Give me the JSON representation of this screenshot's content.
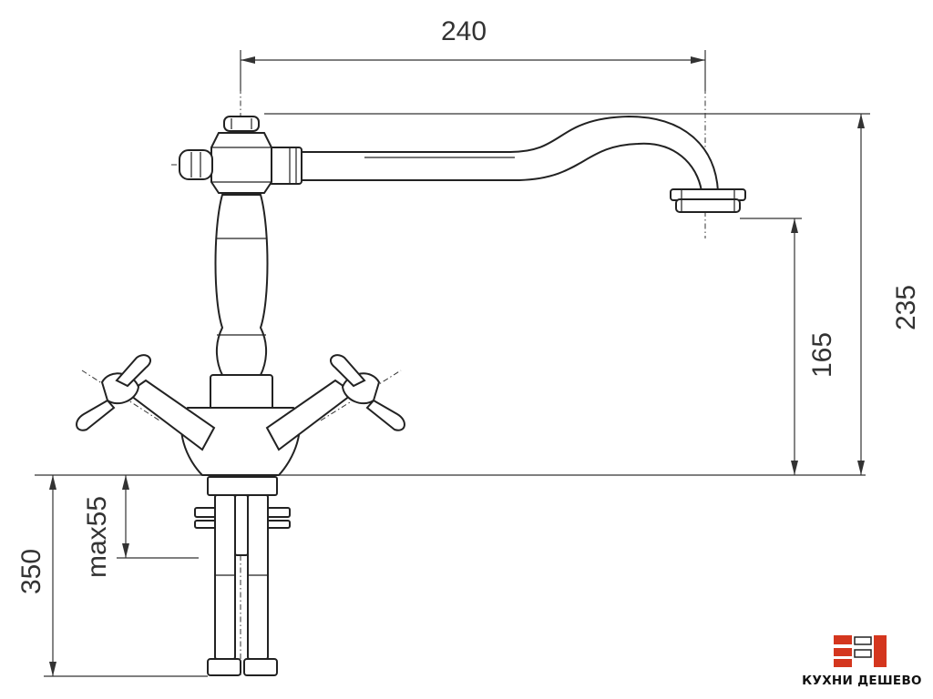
{
  "dimensions": {
    "spout_reach": "240",
    "total_height": "235",
    "spout_height": "165",
    "below_counter": "350",
    "max_counter_thickness": "max55"
  },
  "logo": {
    "text": "КУХНИ ДЕШЕВО",
    "colors": {
      "red": "#d4361e",
      "dark": "#222222"
    }
  }
}
